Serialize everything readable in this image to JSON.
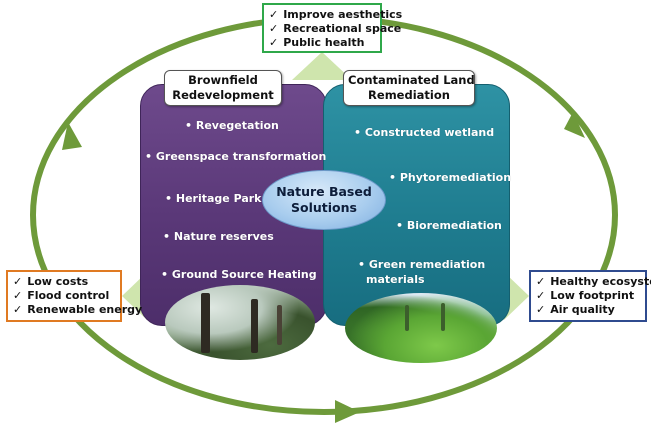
{
  "colors": {
    "cycle": "#6e9a3a",
    "panel_left": "#5a3878",
    "panel_right": "#1f7d90",
    "box_top_border": "#2fa84a",
    "box_left_border": "#e07a22",
    "box_right_border": "#2f4b8f"
  },
  "check_glyph": "✓",
  "brownfield": {
    "title_line1": "Brownfield",
    "title_line2": "Redevelopment",
    "items": [
      "• Revegetation",
      "• Greenspace transformation",
      "• Heritage Park",
      "• Nature reserves",
      "• Ground Source Heating"
    ]
  },
  "contaminated": {
    "title_line1": "Contaminated Land",
    "title_line2": "Remediation",
    "items": [
      "• Constructed wetland",
      "• Phytoremediation",
      "• Bioremediation",
      "• Green remediation",
      "materials"
    ]
  },
  "center": {
    "line1": "Nature Based",
    "line2": "Solutions"
  },
  "benefits_top": [
    "Improve aesthetics",
    "Recreational space",
    "Public health"
  ],
  "benefits_left": [
    "Low costs",
    "Flood control",
    "Renewable energy"
  ],
  "benefits_right": [
    "Healthy ecosystem",
    "Low footprint",
    "Air quality"
  ]
}
